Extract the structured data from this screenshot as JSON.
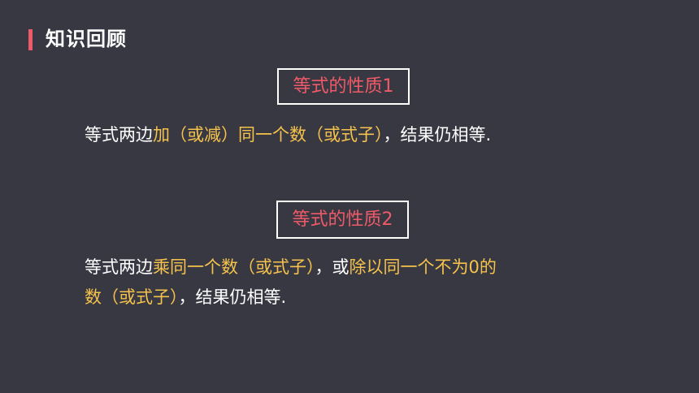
{
  "header": {
    "title": "知识回顾"
  },
  "property1": {
    "title": "等式的性质1",
    "seg1": "等式两边",
    "seg2": "加（或减）同一个数（或式子）",
    "seg3": "，结果仍相等."
  },
  "property2": {
    "title": "等式的性质2",
    "line1_seg1": "等式两边",
    "line1_seg2": "乘同一个数（或式子）",
    "line1_seg3": "，或",
    "line1_seg4": "除以同一个不为0的",
    "line2_seg1": "数（或式子）",
    "line2_seg2": "，结果仍相等."
  },
  "colors": {
    "background": "#383843",
    "accent_red": "#ef5a68",
    "highlight_yellow": "#f5c24c",
    "text_white": "#ffffff"
  }
}
